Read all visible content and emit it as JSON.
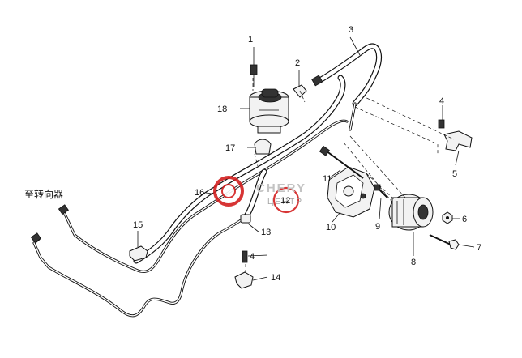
{
  "diagram": {
    "side_label": "至转向器",
    "callouts": [
      {
        "id": "c1",
        "text": "1"
      },
      {
        "id": "c2",
        "text": "2"
      },
      {
        "id": "c3",
        "text": "3"
      },
      {
        "id": "c4a",
        "text": "4"
      },
      {
        "id": "c4b",
        "text": "4"
      },
      {
        "id": "c5",
        "text": "5"
      },
      {
        "id": "c6",
        "text": "6"
      },
      {
        "id": "c7",
        "text": "7"
      },
      {
        "id": "c8",
        "text": "8"
      },
      {
        "id": "c9",
        "text": "9"
      },
      {
        "id": "c10",
        "text": "10"
      },
      {
        "id": "c11",
        "text": "11"
      },
      {
        "id": "c12",
        "text": "12"
      },
      {
        "id": "c13",
        "text": "13"
      },
      {
        "id": "c14",
        "text": "14"
      },
      {
        "id": "c15",
        "text": "15"
      },
      {
        "id": "c16",
        "text": "16"
      },
      {
        "id": "c17",
        "text": "17"
      },
      {
        "id": "c18",
        "text": "18"
      }
    ]
  },
  "watermark": {
    "line1": "CHERY",
    "line2": "ЦЕНТР",
    "color_red": "#d32020",
    "color_grey": "#9a9a9a"
  }
}
